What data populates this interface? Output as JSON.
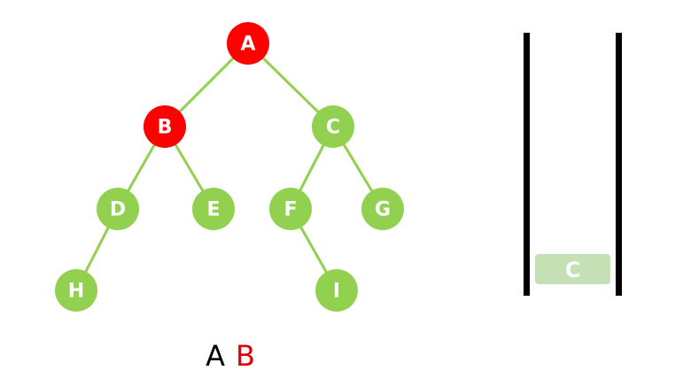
{
  "colors": {
    "edge": "#92d050",
    "node_default": "#92d050",
    "node_visited": "#ff0000",
    "node_text": "#ffffff",
    "stack_wall": "#000000",
    "stack_item": "#c5e0b4",
    "output_default": "#000000",
    "output_latest": "#e00000"
  },
  "tree": {
    "nodes": [
      {
        "id": "A",
        "label": "A",
        "state": "visited"
      },
      {
        "id": "B",
        "label": "B",
        "state": "visited"
      },
      {
        "id": "C",
        "label": "C",
        "state": "default"
      },
      {
        "id": "D",
        "label": "D",
        "state": "default"
      },
      {
        "id": "E",
        "label": "E",
        "state": "default"
      },
      {
        "id": "F",
        "label": "F",
        "state": "default"
      },
      {
        "id": "G",
        "label": "G",
        "state": "default"
      },
      {
        "id": "H",
        "label": "H",
        "state": "default"
      },
      {
        "id": "I",
        "label": "I",
        "state": "default"
      }
    ],
    "edges": [
      [
        "A",
        "B"
      ],
      [
        "A",
        "C"
      ],
      [
        "B",
        "D"
      ],
      [
        "B",
        "E"
      ],
      [
        "C",
        "F"
      ],
      [
        "C",
        "G"
      ],
      [
        "D",
        "H"
      ],
      [
        "F",
        "I"
      ]
    ]
  },
  "stack": {
    "items": [
      "C"
    ]
  },
  "traversal_output": [
    {
      "label": "A",
      "style": "default"
    },
    {
      "label": "B",
      "style": "latest"
    }
  ]
}
